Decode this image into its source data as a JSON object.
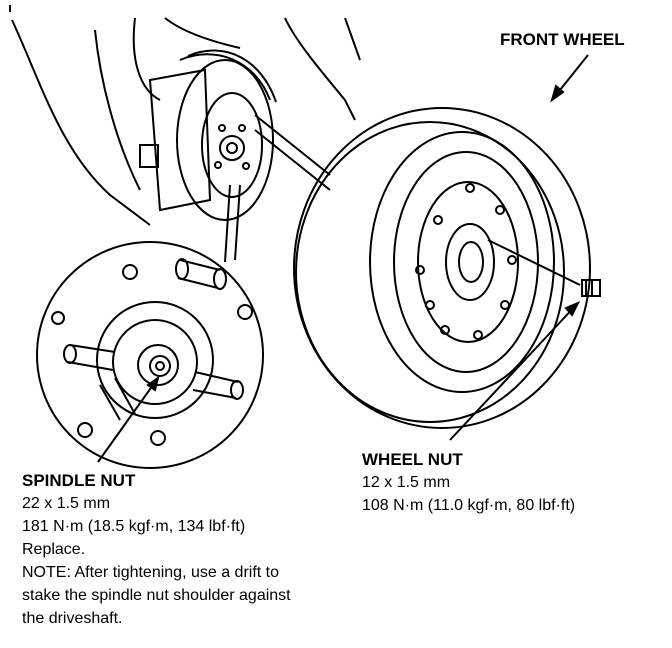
{
  "front_wheel": {
    "title": "FRONT WHEEL"
  },
  "wheel_nut": {
    "title": "WHEEL NUT",
    "size": "12 x 1.5 mm",
    "torque": "108 N·m (11.0 kgf·m, 80 lbf·ft)"
  },
  "spindle_nut": {
    "title": "SPINDLE NUT",
    "size": "22 x 1.5 mm",
    "torque": "181 N·m (18.5 kgf·m, 134 lbf·ft)",
    "instruction": "Replace.",
    "note_line1": "NOTE:  After tightening, use a drift to",
    "note_line2": "stake the spindle nut shoulder against",
    "note_line3": "the driveshaft."
  }
}
